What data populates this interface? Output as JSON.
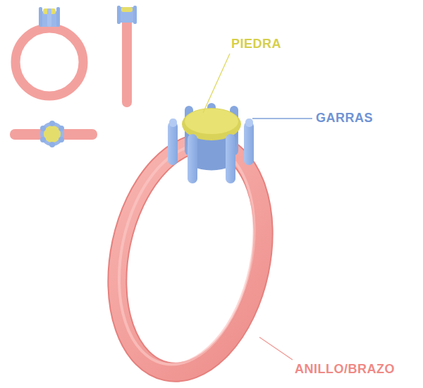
{
  "diagram": {
    "labels": [
      "PIEDRA",
      "GARRAS",
      "ANILLO/BRAZO"
    ]
  }
}
